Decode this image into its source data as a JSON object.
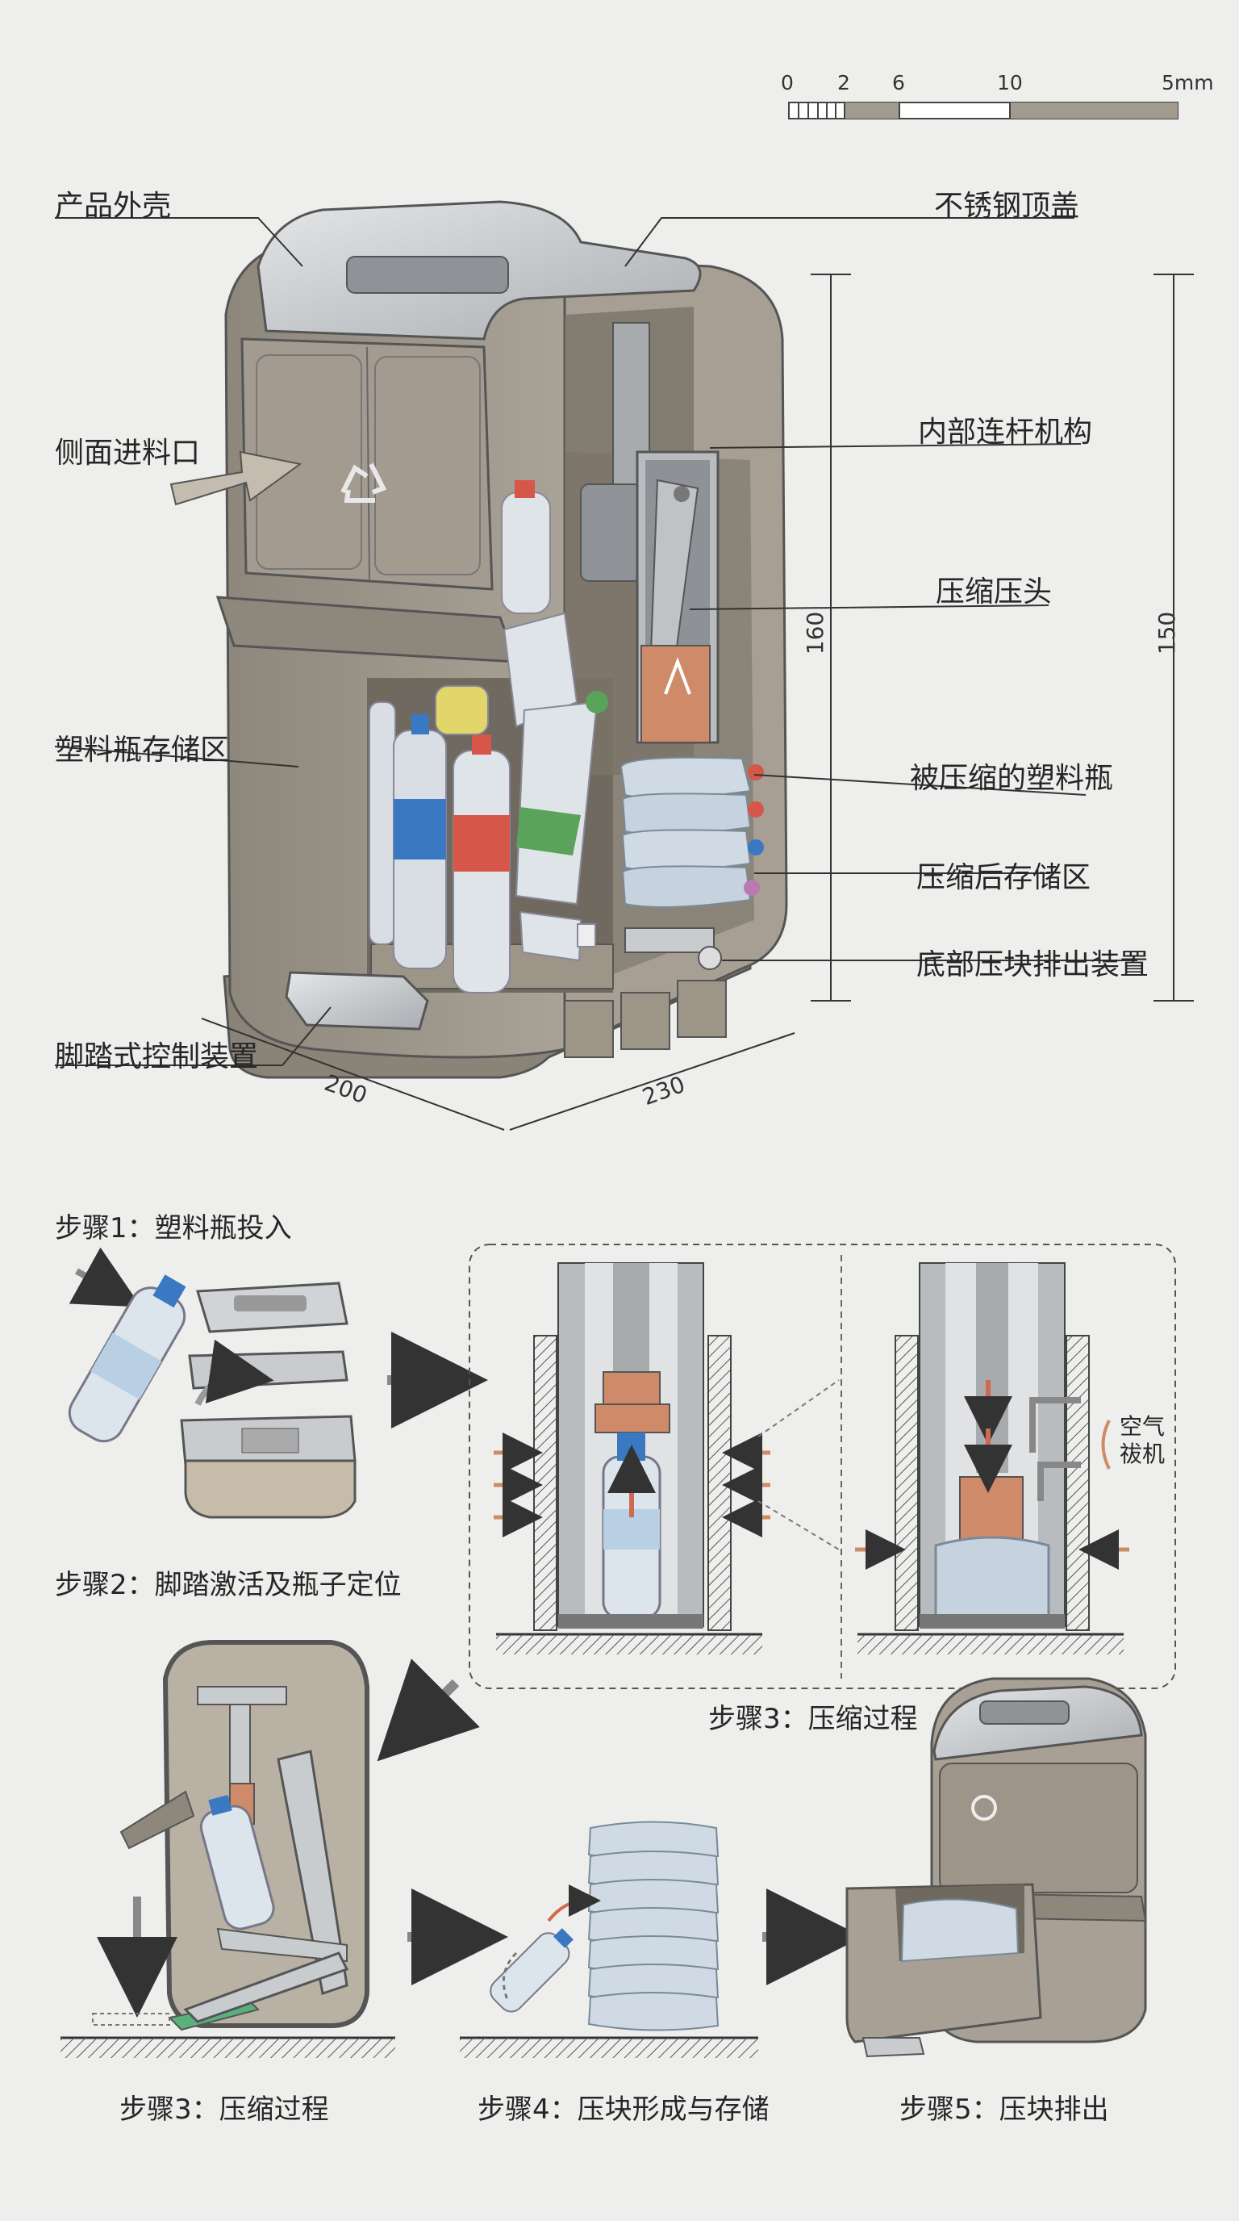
{
  "scale_bar": {
    "ticks": [
      "0",
      "2",
      "6",
      "10",
      "5mm"
    ]
  },
  "labels": {
    "shell": "产品外壳",
    "steel_lid": "不锈钢顶盖",
    "side_inlet": "侧面进料口",
    "linkage": "内部连杆机构",
    "press_head": "压缩压头",
    "bottle_storage": "塑料瓶存储区",
    "compressed_bottle": "被压缩的塑料瓶",
    "compressed_storage": "压缩后存储区",
    "ejector": "底部压块排出装置",
    "pedal": "脚踏式控制装置"
  },
  "dimensions": {
    "height_inner": "160",
    "height_outer": "150",
    "width": "200",
    "depth": "230"
  },
  "steps": {
    "s1": "步骤1：塑料瓶投入",
    "s2": "步骤2：脚踏激活及瓶子定位",
    "s3_top": "步骤3：压缩过程",
    "s3_bottom": "步骤3：压缩过程",
    "s4": "步骤4：压块形成与存储",
    "s5": "步骤5：压块排出",
    "air_label_1": "空气",
    "air_label_2": "祓机"
  },
  "colors": {
    "shell": "#9a9287",
    "shell_dark": "#7d766c",
    "steel": "#c9cccf",
    "copper": "#cf8a6a",
    "bottle": "#cfd9e3",
    "blue": "#3b78c2",
    "red": "#d7564a",
    "green": "#5aa35a",
    "line": "#333333"
  }
}
